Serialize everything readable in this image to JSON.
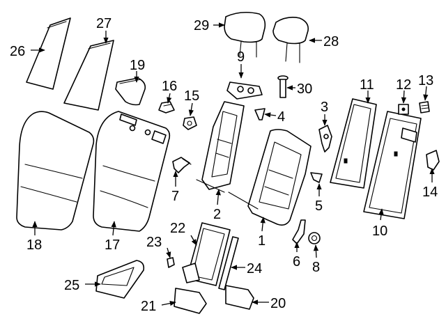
{
  "diagram": {
    "callouts": {
      "c1": "1",
      "c2": "2",
      "c3": "3",
      "c4": "4",
      "c5": "5",
      "c6": "6",
      "c7": "7",
      "c8": "8",
      "c9": "9",
      "c10": "10",
      "c11": "11",
      "c12": "12",
      "c13": "13",
      "c14": "14",
      "c15": "15",
      "c16": "16",
      "c17": "17",
      "c18": "18",
      "c19": "19",
      "c20": "20",
      "c21": "21",
      "c22": "22",
      "c23": "23",
      "c24": "24",
      "c25": "25",
      "c26": "26",
      "c27": "27",
      "c28": "28",
      "c29": "29",
      "c30": "30"
    }
  }
}
